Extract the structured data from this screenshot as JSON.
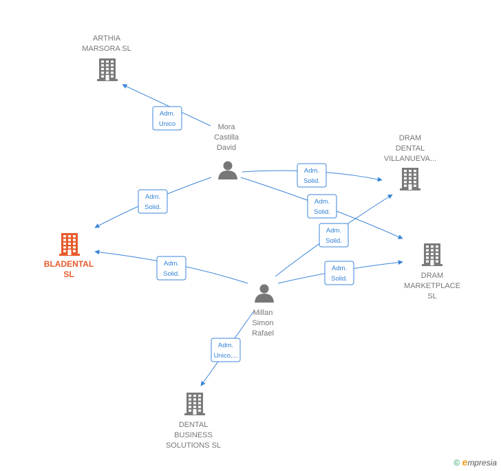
{
  "colors": {
    "edge": "#3b86d8",
    "building": "#7a7a7a",
    "focus": "#e85a2c",
    "person": "#777777"
  },
  "nodes": {
    "arthia": {
      "type": "company",
      "icon": "building-icon",
      "lines": [
        "ARTHIA",
        "MARSORA SL"
      ]
    },
    "villanueva": {
      "type": "company",
      "icon": "building-icon",
      "lines": [
        "DRAM",
        "DENTAL",
        "VILLANUEVA..."
      ]
    },
    "bladental": {
      "type": "company",
      "icon": "building-icon",
      "focus": true,
      "lines": [
        "BLADENTAL",
        "SL"
      ]
    },
    "marketplace": {
      "type": "company",
      "icon": "building-icon",
      "lines": [
        "DRAM",
        "MARKETPLACE",
        "SL"
      ]
    },
    "dbs": {
      "type": "company",
      "icon": "building-icon",
      "lines": [
        "DENTAL",
        "BUSINESS",
        "SOLUTIONS  SL"
      ]
    },
    "mora": {
      "type": "person",
      "icon": "person-icon",
      "lines": [
        "Mora",
        "Castilla",
        "David"
      ]
    },
    "millan": {
      "type": "person",
      "icon": "person-icon",
      "lines": [
        "Millan",
        "Simon",
        "Rafael"
      ]
    }
  },
  "edges": [
    {
      "from": "mora",
      "to": "arthia",
      "label": [
        "Adm.",
        "Unico"
      ]
    },
    {
      "from": "mora",
      "to": "bladental",
      "label": [
        "Adm.",
        "Solid."
      ]
    },
    {
      "from": "mora",
      "to": "villanueva",
      "label": [
        "Adm.",
        "Solid."
      ]
    },
    {
      "from": "mora",
      "to": "marketplace",
      "label": [
        "Adm.",
        "Solid."
      ]
    },
    {
      "from": "millan",
      "to": "bladental",
      "label": [
        "Adm.",
        "Solid."
      ]
    },
    {
      "from": "millan",
      "to": "villanueva",
      "label": [
        "Adm.",
        "Solid."
      ]
    },
    {
      "from": "millan",
      "to": "marketplace",
      "label": [
        "Adm.",
        "Solid."
      ]
    },
    {
      "from": "millan",
      "to": "dbs",
      "label": [
        "Adm.",
        "Unico,..."
      ]
    }
  ],
  "watermark": {
    "copyright": "©",
    "brand_initial": "e",
    "brand_rest": "mpresia"
  }
}
